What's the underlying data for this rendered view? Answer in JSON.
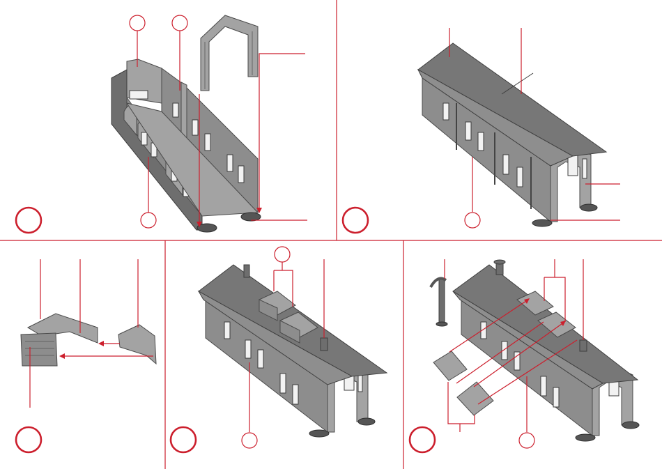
{
  "colors": {
    "accent": "#cc1f2d",
    "model_grey": "#8d8d8d",
    "background": "#ffffff"
  },
  "layout": {
    "panels": [
      "step-1",
      "step-2",
      "step-3",
      "step-4",
      "step-5"
    ]
  }
}
